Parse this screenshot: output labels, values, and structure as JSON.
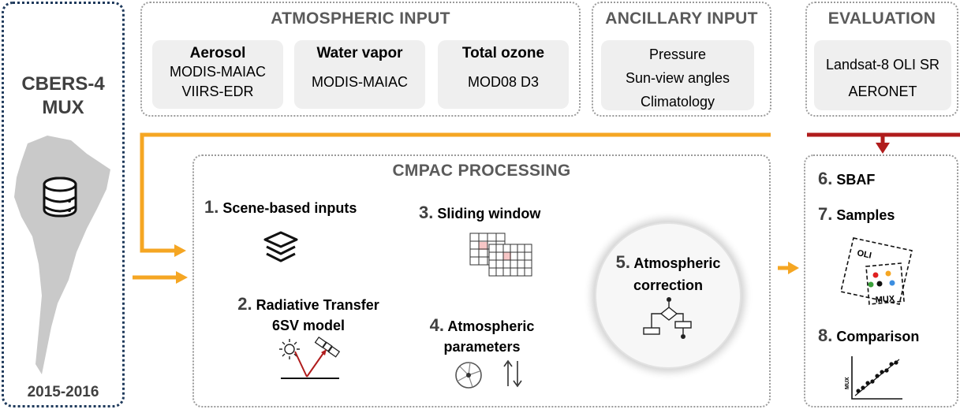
{
  "satellite": {
    "name_line1": "CBERS-4",
    "name_line2": "MUX",
    "period": "2015-2016"
  },
  "atmospheric_input": {
    "title": "ATMOSPHERIC INPUT",
    "aerosol": {
      "title": "Aerosol",
      "line1": "MODIS-MAIAC",
      "line2": "VIIRS-EDR"
    },
    "water_vapor": {
      "title": "Water vapor",
      "line1": "MODIS-MAIAC"
    },
    "total_ozone": {
      "title": "Total ozone",
      "line1": "MOD08 D3"
    }
  },
  "ancillary_input": {
    "title": "ANCILLARY INPUT",
    "line1": "Pressure",
    "line2": "Sun-view angles",
    "line3": "Climatology"
  },
  "evaluation": {
    "title": "EVALUATION",
    "line1": "Landsat-8 OLI SR",
    "line2": "AERONET"
  },
  "processing": {
    "title": "CMPAC PROCESSING",
    "step1": {
      "num": "1.",
      "label": "Scene-based inputs"
    },
    "step2": {
      "num": "2.",
      "label_line1": "Radiative Transfer",
      "label_line2": "6SV model"
    },
    "step3": {
      "num": "3.",
      "label": "Sliding window"
    },
    "step4": {
      "num": "4.",
      "label_line1": "Atmospheric",
      "label_line2": "parameters"
    },
    "step5": {
      "num": "5.",
      "label_line1": "Atmospheric",
      "label_line2": "correction"
    }
  },
  "evaluation_steps": {
    "step6": {
      "num": "6.",
      "label": "SBAF"
    },
    "step7": {
      "num": "7.",
      "label": "Samples",
      "oli_label": "OLI",
      "mux_label": "MUX"
    },
    "step8": {
      "num": "8.",
      "label": "Comparison",
      "axis_label": "MUX"
    }
  },
  "colors": {
    "arrow_orange": "#f5a623",
    "arrow_red": "#b01c1c",
    "box_border": "#9a9a9a",
    "satellite_border": "#1f3a5c",
    "pill_bg": "#efefef",
    "header_text": "#5a5a5a"
  },
  "icons": [
    "database-icon",
    "layers-icon",
    "sun-icon",
    "satellite-icon",
    "grid-icon",
    "fisheye-icon",
    "up-down-arrows-icon",
    "flowchart-icon",
    "scatter-plot-icon"
  ]
}
